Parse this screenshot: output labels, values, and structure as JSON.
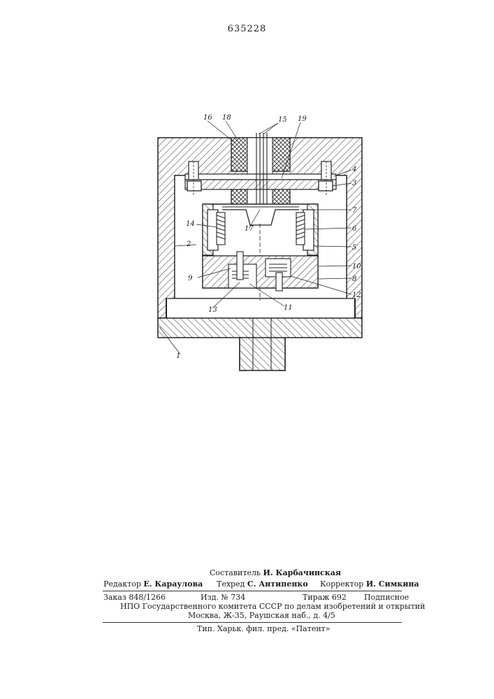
{
  "page_number": "635228",
  "labels": [
    "1",
    "2",
    "3",
    "4",
    "5",
    "6",
    "7",
    "8",
    "9",
    "10",
    "11",
    "12",
    "13",
    "14",
    "15",
    "16",
    "17",
    "18",
    "19"
  ],
  "imprint": {
    "compiler_role": "Составитель",
    "compiler_name": "И. Карбачинская",
    "editor_role": "Редактор",
    "editor_name": "Е. Караулова",
    "techred_role": "Техред",
    "techred_name": "С. Антипенко",
    "corrector_role": "Корректор",
    "corrector_name": "И. Симкина",
    "order": "Заказ 848/1266",
    "publ_no": "Изд. № 734",
    "circulation": "Тираж 692",
    "subscription": "Подписное",
    "org": "НПО Государственного комитета СССР по делам изобретений и открытий",
    "address": "Москва, Ж-35, Раушская наб., д. 4/5",
    "printer": "Тип. Харьк. фил. пред. «Патент»"
  }
}
